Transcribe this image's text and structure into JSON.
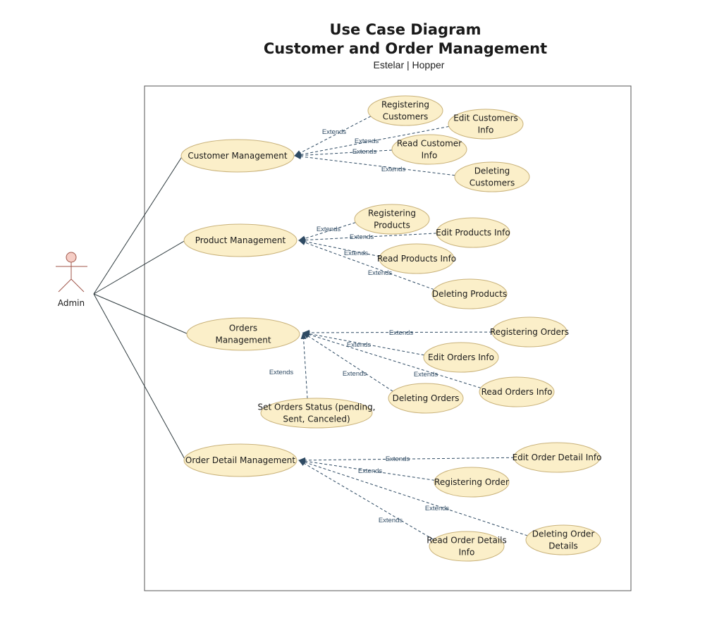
{
  "header": {
    "title_line1": "Use Case Diagram",
    "title_line2": "Customer and Order Management",
    "subtitle": "Estelar | Hopper"
  },
  "colors": {
    "usecase_fill": "#fbefc9",
    "usecase_stroke": "#c9b27a",
    "actor_fill": "#f5cdc5",
    "actor_stroke": "#a0564a",
    "extend_line": "#2e4a63",
    "association_line": "#2f3b3f"
  },
  "actor": {
    "label": "Admin"
  },
  "extend_label": "Extends",
  "groups": [
    {
      "name": [
        "Customer Management"
      ],
      "children": [
        [
          "Registering",
          "Customers"
        ],
        [
          "Edit Customers",
          "Info"
        ],
        [
          "Read Customer",
          "Info"
        ],
        [
          "Deleting",
          "Customers"
        ]
      ]
    },
    {
      "name": [
        "Product Management"
      ],
      "children": [
        [
          "Registering",
          "Products"
        ],
        [
          "Edit Products Info"
        ],
        [
          "Read Products Info"
        ],
        [
          "Deleting Products"
        ]
      ]
    },
    {
      "name": [
        "Orders",
        "Management"
      ],
      "children": [
        [
          "Registering Orders"
        ],
        [
          "Edit Orders Info"
        ],
        [
          "Read Orders Info"
        ],
        [
          "Deleting Orders"
        ],
        [
          "Set Orders Status (pending,",
          "Sent, Canceled)"
        ]
      ]
    },
    {
      "name": [
        "Order Detail Management"
      ],
      "children": [
        [
          "Edit Order Detail Info"
        ],
        [
          "Registering Order"
        ],
        [
          "Deleting Order",
          "Details"
        ],
        [
          "Read Order Details",
          "Info"
        ]
      ]
    }
  ]
}
